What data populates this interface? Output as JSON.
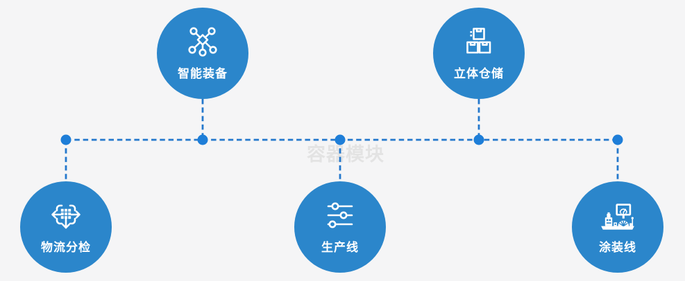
{
  "background_color": "#f5f5f6",
  "watermark": {
    "text": "容器模块",
    "color": "#e3e3e3"
  },
  "colors": {
    "node_fill": "#2b86cb",
    "connector": "#2478cc",
    "dot": "#1e7ed8",
    "label": "#ffffff"
  },
  "nodes": [
    {
      "label": "智能装备",
      "icon": "network-nodes-icon",
      "row": "top"
    },
    {
      "label": "立体仓储",
      "icon": "stacked-boxes-icon",
      "row": "top"
    },
    {
      "label": "物流分检",
      "icon": "sort-distribute-icon",
      "row": "bottom"
    },
    {
      "label": "生产线",
      "icon": "sliders-icon",
      "row": "bottom"
    },
    {
      "label": "涂装线",
      "icon": "coating-machine-icon",
      "row": "bottom"
    }
  ]
}
